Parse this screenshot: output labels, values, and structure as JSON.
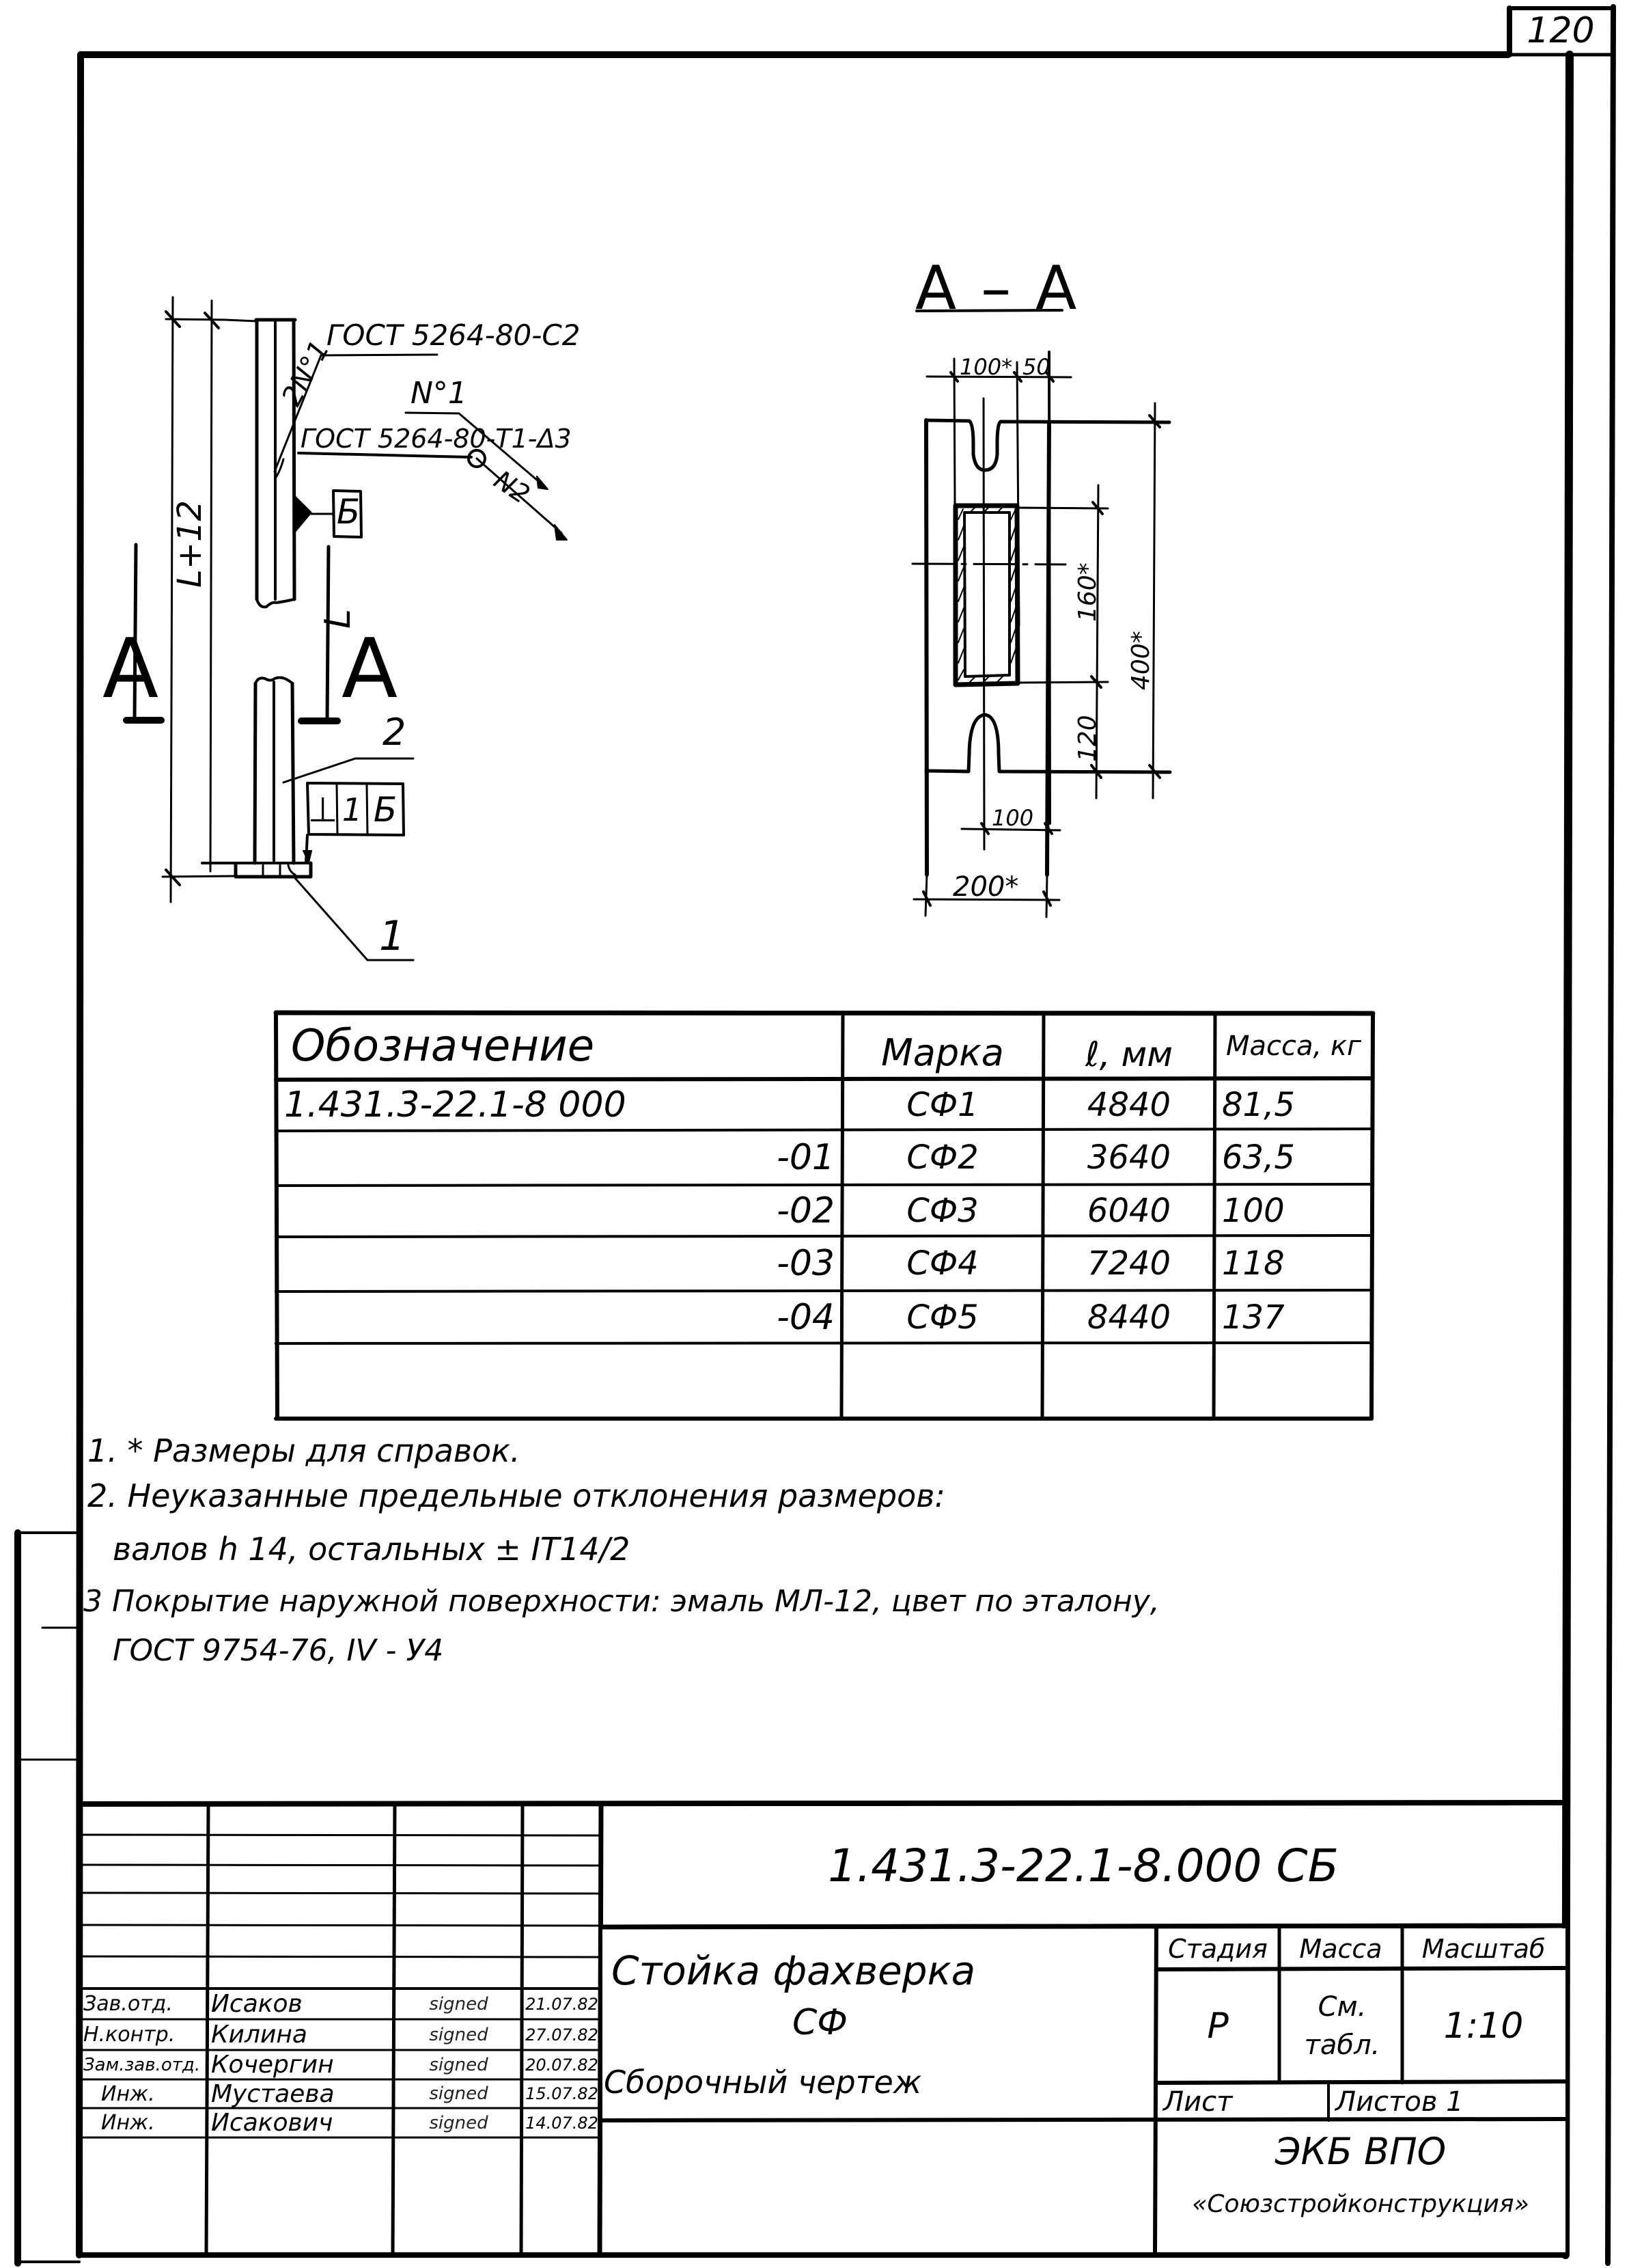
{
  "sheet_number": "120",
  "view_labels": {
    "section_title": "А – А",
    "cut_left": "А",
    "cut_right": "А",
    "dim_length": "L",
    "dim_length_total": "L+12"
  },
  "weld_annotations": {
    "weld1_standard": "ГОСТ 5264-80-С2",
    "weld1_marker": "2N°1",
    "weld2_label": "N°1",
    "weld3_standard": "ГОСТ 5264-80-Т1-Δ3",
    "weld3_marker": "N2",
    "datum_label": "Б",
    "tolerance_frame": [
      "⊥",
      "1",
      "Б"
    ],
    "callout_part_1": "1",
    "callout_part_2": "2"
  },
  "section_dimensions": {
    "top_width_a": "100*",
    "top_width_b": "50",
    "height_inner": "160*",
    "height_total": "400*",
    "height_bottom": "120",
    "bottom_inner": "100",
    "bottom_width": "200*"
  },
  "spec_table": {
    "headers": [
      "Обозначение",
      "Марка",
      "ℓ, мм",
      "Масса, кг"
    ],
    "rows": [
      {
        "designation": "1.431.3-22.1-8 000",
        "mark": "СФ1",
        "length": "4840",
        "mass": "81,5"
      },
      {
        "designation": "-01",
        "mark": "СФ2",
        "length": "3640",
        "mass": "63,5"
      },
      {
        "designation": "-02",
        "mark": "СФ3",
        "length": "6040",
        "mass": "100"
      },
      {
        "designation": "-03",
        "mark": "СФ4",
        "length": "7240",
        "mass": "118"
      },
      {
        "designation": "-04",
        "mark": "СФ5",
        "length": "8440",
        "mass": "137"
      }
    ]
  },
  "notes": [
    "1. * Размеры для справок.",
    "2. Неуказанные предельные отклонения размеров:",
    "валов h 14, остальных ± IT14/2",
    "3 Покрытие наружной поверхности: эмаль МЛ-12, цвет по эталону,",
    "ГОСТ 9754-76, IV - У4"
  ],
  "title_block": {
    "document_code": "1.431.3-22.1-8.000 СБ",
    "product_name_line1": "Стойка фахверка",
    "product_name_line2": "СФ",
    "drawing_type": "Сборочный чертеж",
    "stage_header": "Стадия",
    "mass_header": "Масса",
    "scale_header": "Масштаб",
    "stage_value": "Р",
    "mass_value": "См. табл.",
    "scale_value": "1:10",
    "sheet_label": "Лист",
    "sheets_label": "Листов 1",
    "organization_line1": "ЭКБ ВПО",
    "organization_line2": "«Союзстройконструкция»",
    "signatures": [
      {
        "role": "Зав.отд.",
        "name": "Исаков",
        "signature": "signed",
        "date": "21.07.82"
      },
      {
        "role": "Н.контр.",
        "name": "Килина",
        "signature": "signed",
        "date": "27.07.82"
      },
      {
        "role": "Зам.зав.отд.",
        "name": "Кочергин",
        "signature": "signed",
        "date": "20.07.82"
      },
      {
        "role": "Инж.",
        "name": "Мустаева",
        "signature": "signed",
        "date": "15.07.82"
      },
      {
        "role": "Инж.",
        "name": "Исакович",
        "signature": "signed",
        "date": "14.07.82"
      }
    ]
  }
}
